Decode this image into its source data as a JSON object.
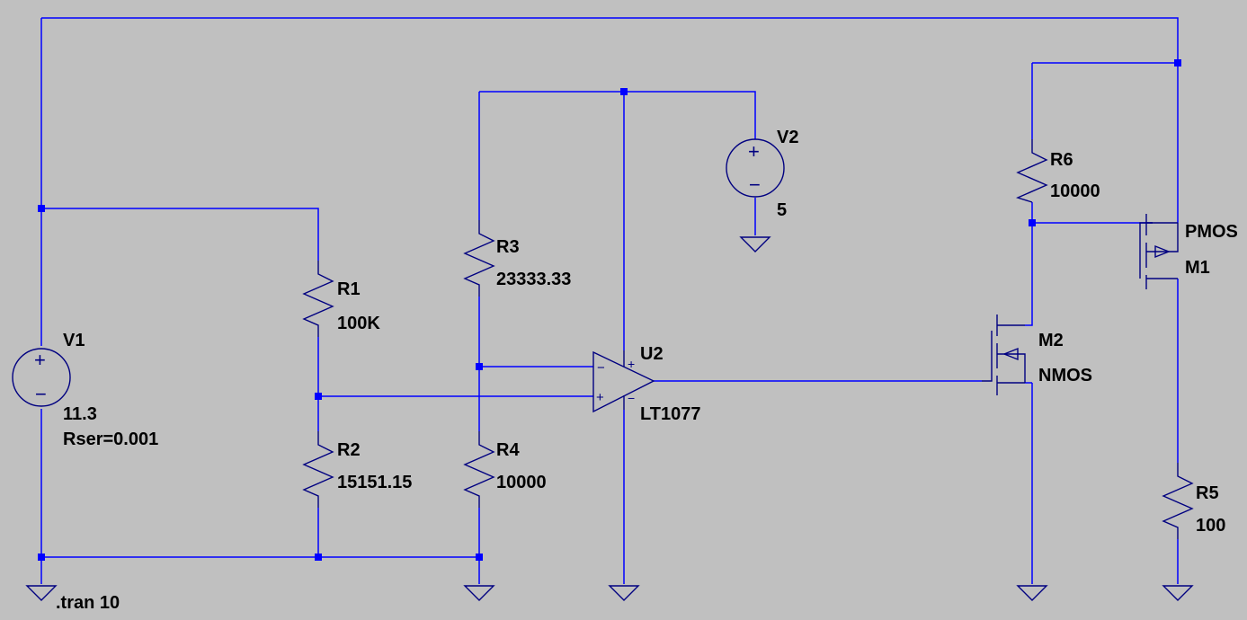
{
  "schematic": {
    "directive": ".tran 10",
    "components": {
      "V1": {
        "ref": "V1",
        "value": "11.3",
        "extra": "Rser=0.001"
      },
      "V2": {
        "ref": "V2",
        "value": "5"
      },
      "R1": {
        "ref": "R1",
        "value": "100K"
      },
      "R2": {
        "ref": "R2",
        "value": "15151.15"
      },
      "R3": {
        "ref": "R3",
        "value": "23333.33"
      },
      "R4": {
        "ref": "R4",
        "value": "10000"
      },
      "R5": {
        "ref": "R5",
        "value": "100"
      },
      "R6": {
        "ref": "R6",
        "value": "10000"
      },
      "U2": {
        "ref": "U2",
        "value": "LT1077"
      },
      "M1": {
        "ref": "M1",
        "type": "PMOS"
      },
      "M2": {
        "ref": "M2",
        "type": "NMOS"
      }
    },
    "opamp_pins": {
      "plus": "+",
      "minus": "−",
      "in_minus": "−",
      "in_plus": "+"
    },
    "source_signs": {
      "plus": "+",
      "minus": "−"
    },
    "colors": {
      "background": "#c0c0c0",
      "wire": "#0000ff",
      "component": "#000080",
      "text": "#000000"
    }
  }
}
